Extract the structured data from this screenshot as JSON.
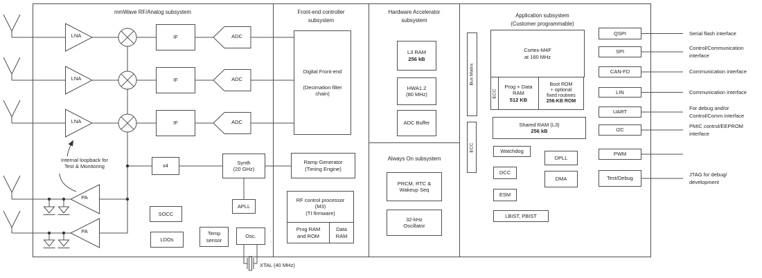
{
  "rf": {
    "title": "mmWave RF/Analog subsystem",
    "lna": "LNA",
    "if": "IF",
    "adc": "ADC",
    "pa": "PA",
    "x4": "x4",
    "synth1": "Synth",
    "synth2": "(20 GHz)",
    "apll": "APLL",
    "socc": "SOCC",
    "ldos": "LDOs",
    "temp1": "Temp",
    "temp2": "sensor",
    "osc": "Osc.",
    "xtal": "XTAL (40 MHz)",
    "loopback1": "Internal loopback for",
    "loopback2": "Test & Monitoring"
  },
  "frontend": {
    "title1": "Front-end controller",
    "title2": "subsystem",
    "dfe1": "Digital Front-end",
    "dfe2": "(Decimation filter",
    "dfe3": "chain)",
    "ramp1": "Ramp Generator",
    "ramp2": "(Timing Engine)",
    "rfproc1": "RF control processor",
    "rfproc2": "(M3)",
    "rfproc3": "(TI firmware)",
    "progrom1": "Prog RAM",
    "progrom2": "and ROM",
    "dataram1": "Data",
    "dataram2": "RAM"
  },
  "hwa": {
    "title1": "Hardware Accelerator",
    "title2": "subsystem",
    "l3_1": "L3 RAM",
    "l3_2": "256 kB",
    "hwa1": "HWA1.2",
    "hwa2": "(80 MHz)",
    "adcbuf": "ADC Buffer"
  },
  "alwayson": {
    "title": "Always On subsystem",
    "prcm1": "PRCM, RTC &",
    "prcm2": "Wakeup Seq",
    "osc1": "32-kHz",
    "osc2": "Oscillator"
  },
  "app": {
    "title1": "Application subsystem",
    "title2": "(Customer programmable)",
    "busmatrix": "Bus Matrix",
    "cortex1": "Cortex-M4F",
    "cortex2": "at 160 MHz",
    "ecc1": "ECC",
    "ecc2": "ECC",
    "progdata1": "Prog + Data",
    "progdata2": "RAM",
    "progdata3": "512 KB",
    "bootrom1": "Boot ROM",
    "bootrom2": "+ optional",
    "bootrom3": "fixed routines",
    "bootrom4": "256-KB ROM",
    "shared1": "Shared RAM (L3)",
    "shared2": "256 kB",
    "watchdog": "Watchdog",
    "dpll": "DPLL",
    "dcc": "DCC",
    "dma": "DMA",
    "esm": "ESM",
    "lbist": "LBIST, PBIST"
  },
  "io": {
    "qspi": "QSPI",
    "spi": "SPI",
    "canfd": "CAN-FD",
    "lin": "LIN",
    "uart": "UART",
    "i2c": "I2C",
    "pwm": "PWM",
    "testdebug": "Test/Debug",
    "ann_qspi": "Serial flash interface",
    "ann_spi1": "Control/Communication",
    "ann_spi2": "interface",
    "ann_canfd": "Communication interface",
    "ann_lin": "Communication interface",
    "ann_uart1": "For debug and/or",
    "ann_uart2": "Control/Comm interface",
    "ann_i2c1": "PMIC control/EEPROM",
    "ann_i2c2": "interface",
    "ann_jtag1": "JTAG for debug/",
    "ann_jtag2": "development"
  }
}
